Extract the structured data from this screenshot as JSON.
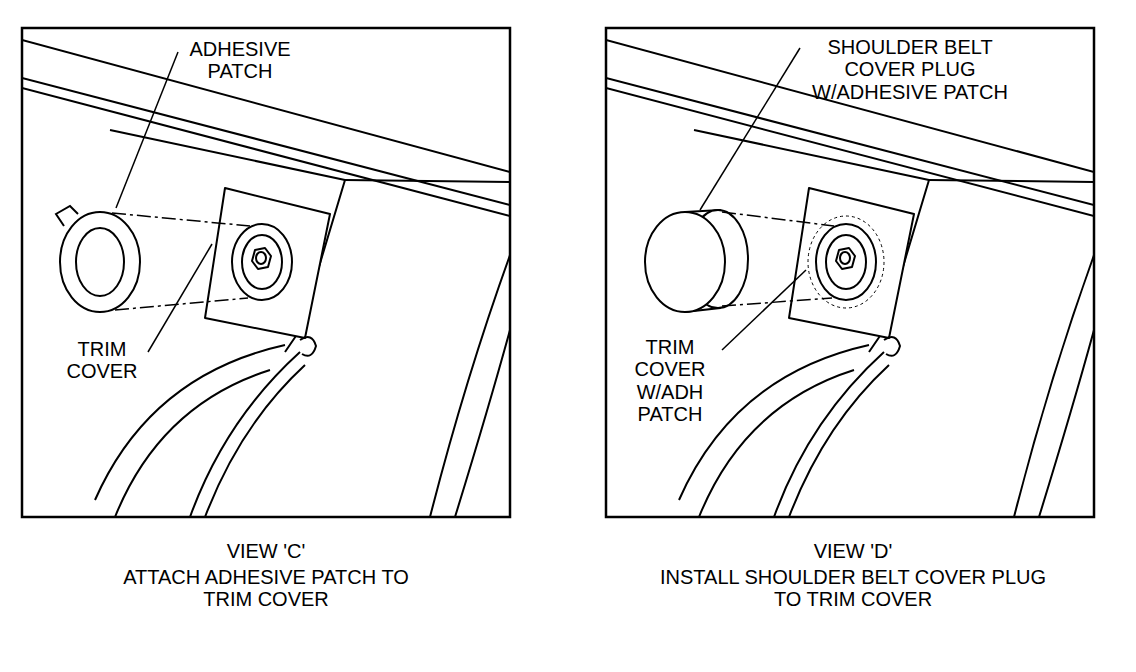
{
  "diagram": {
    "labels": [
      "ADHESIVE PATCH",
      "TRIM COVER",
      "VIEW 'C'",
      "ATTACH ADHESIVE PATCH TO TRIM COVER",
      "SHOULDER BELT COVER PLUG W/ADHESIVE PATCH",
      "TRIM COVER W/ADH PATCH",
      "VIEW 'D'",
      "INSTALL SHOULDER BELT COVER PLUG TO TRIM COVER"
    ]
  }
}
